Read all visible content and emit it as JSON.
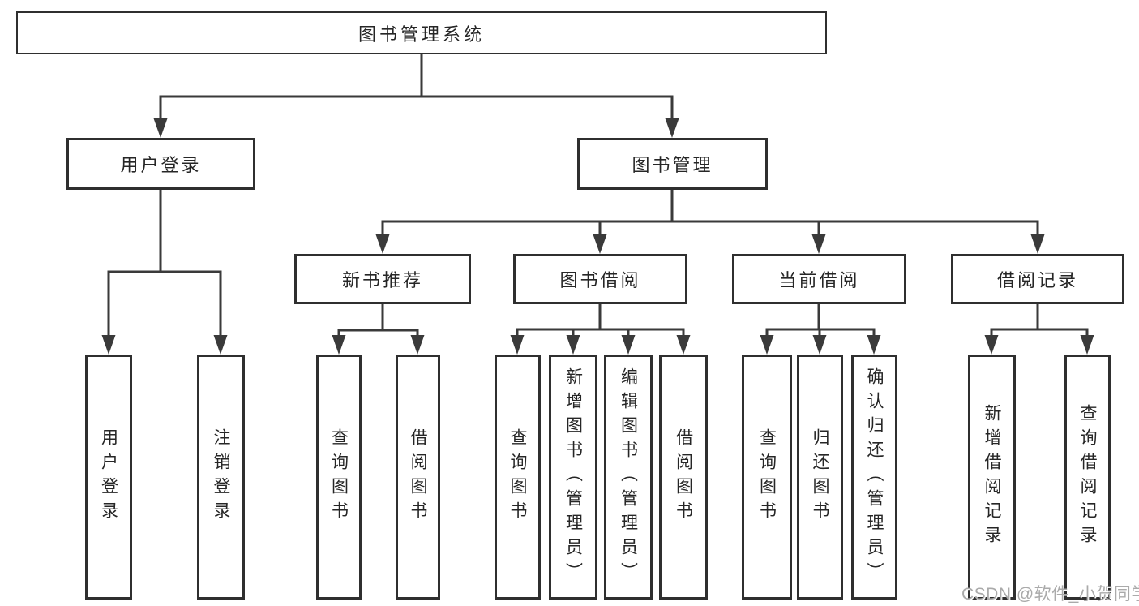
{
  "diagram": {
    "root": {
      "label": "图书管理系统"
    },
    "level2": [
      {
        "label": "用户登录"
      },
      {
        "label": "图书管理"
      }
    ],
    "level3": [
      {
        "label": "新书推荐"
      },
      {
        "label": "图书借阅"
      },
      {
        "label": "当前借阅"
      },
      {
        "label": "借阅记录"
      }
    ],
    "leaves": [
      {
        "label": "用户登录",
        "parent": "用户登录"
      },
      {
        "label": "注销登录",
        "parent": "用户登录"
      },
      {
        "label": "查询图书",
        "parent": "新书推荐"
      },
      {
        "label": "借阅图书",
        "parent": "新书推荐"
      },
      {
        "label": "查询图书",
        "parent": "图书借阅"
      },
      {
        "label": "新增图书（管理员）",
        "parent": "图书借阅"
      },
      {
        "label": "编辑图书（管理员）",
        "parent": "图书借阅"
      },
      {
        "label": "借阅图书",
        "parent": "图书借阅"
      },
      {
        "label": "查询图书",
        "parent": "当前借阅"
      },
      {
        "label": "归还图书",
        "parent": "当前借阅"
      },
      {
        "label": "确认归还（管理员）",
        "parent": "当前借阅"
      },
      {
        "label": "新增借阅记录",
        "parent": "借阅记录"
      },
      {
        "label": "查询借阅记录",
        "parent": "借阅记录"
      }
    ]
  },
  "watermark": {
    "text": "CSDN @软件_小贺同学"
  },
  "colors": {
    "background": "#ffffff",
    "line": "#3a3a3a",
    "box_border": "#2f2f2f",
    "text": "#262626",
    "watermark": "#aaaaaa"
  }
}
